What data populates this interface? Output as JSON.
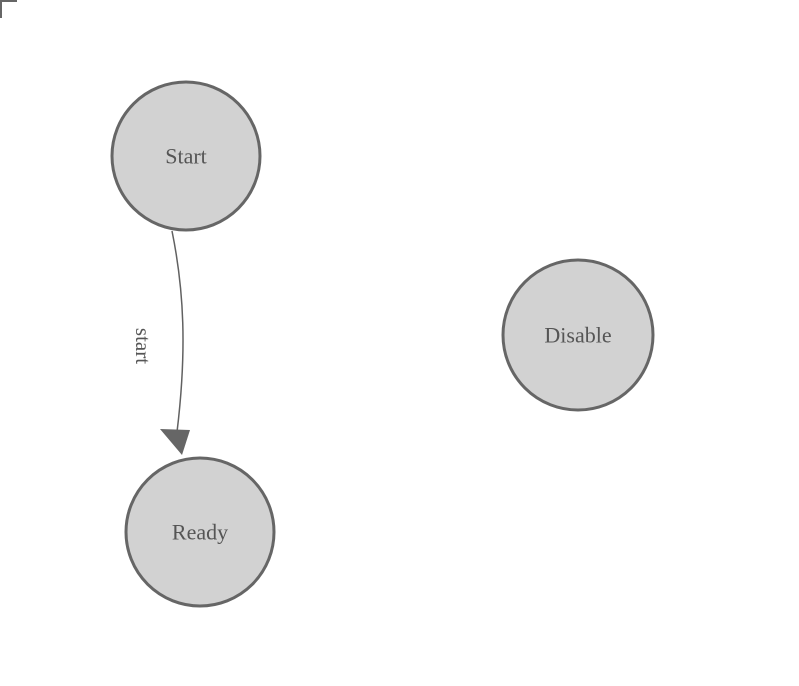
{
  "diagram": {
    "type": "state-machine",
    "nodes": [
      {
        "id": "start",
        "label": "Start"
      },
      {
        "id": "ready",
        "label": "Ready"
      },
      {
        "id": "disable",
        "label": "Disable"
      }
    ],
    "edges": [
      {
        "from": "start",
        "to": "ready",
        "label": "start"
      }
    ]
  },
  "colors": {
    "background": "#ffffff",
    "node_fill": "#d2d2d2",
    "node_stroke": "#666666",
    "label_text": "#555555",
    "edge_stroke": "#616161",
    "arrowhead": "#666666",
    "corner_mark": "#666666"
  }
}
